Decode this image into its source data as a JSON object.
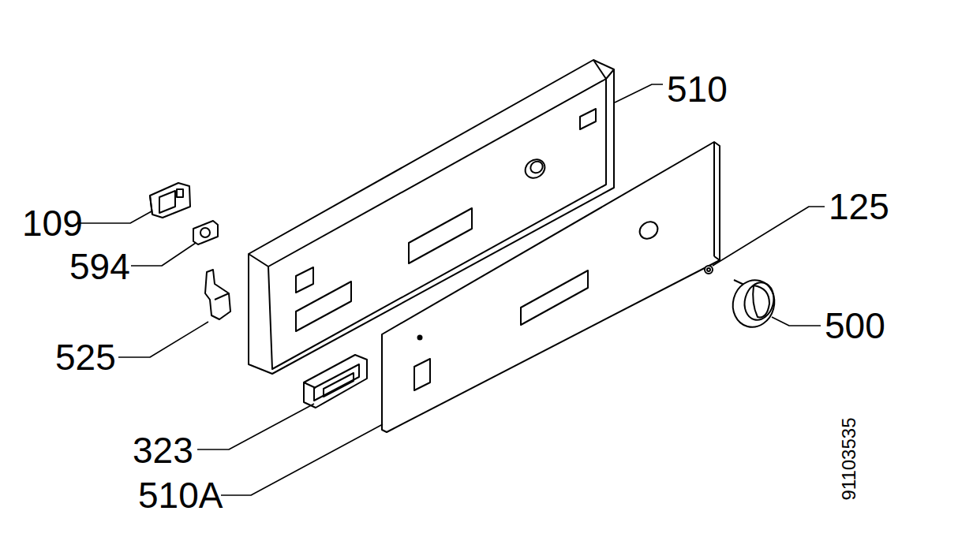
{
  "diagram": {
    "labels": [
      "510",
      "109",
      "594",
      "525",
      "323",
      "510A",
      "125",
      "500",
      "91103535"
    ]
  }
}
